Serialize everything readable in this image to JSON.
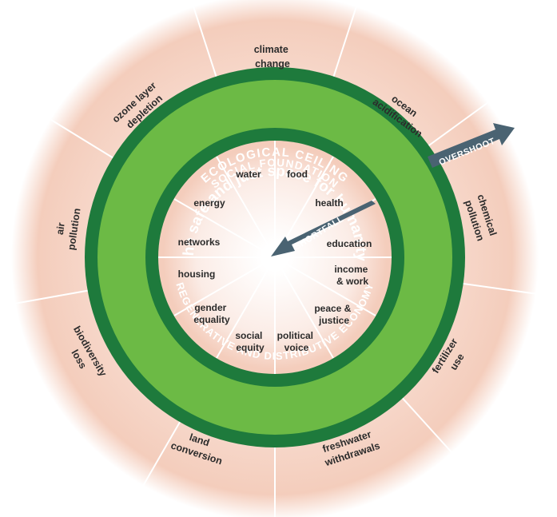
{
  "ecological_ceiling_label": "ECOLOGICAL CEILING",
  "social_foundation_label": "SOCIAL FOUNDATION",
  "safe_space_label": "the safe and just space for humanity",
  "economy_label": "REGENERATIVE AND DISTRIBUTIVE ECONOMY",
  "overshoot_label": "OVERSHOOT",
  "shortfall_label": "SHORTFALL",
  "outer": {
    "climate_change": [
      "climate",
      "change"
    ],
    "ocean_acidification": [
      "ocean",
      "acidification"
    ],
    "chemical_pollution": [
      "chemical",
      "pollution"
    ],
    "fertilizer_use": [
      "fertilizer",
      "use"
    ],
    "freshwater_withdrawals": [
      "freshwater",
      "withdrawals"
    ],
    "land_conversion": [
      "land",
      "conversion"
    ],
    "biodiversity_loss": [
      "biodiversity",
      "loss"
    ],
    "air_pollution": [
      "air",
      "pollution"
    ],
    "ozone_layer_depletion": [
      "ozone layer",
      "depletion"
    ]
  },
  "inner": {
    "water": [
      "water"
    ],
    "food": [
      "food"
    ],
    "health": [
      "health"
    ],
    "education": [
      "education"
    ],
    "income_work": [
      "income",
      "& work"
    ],
    "peace_justice": [
      "peace &",
      "justice"
    ],
    "political_voice": [
      "political",
      "voice"
    ],
    "social_equity": [
      "social",
      "equity"
    ],
    "gender_equality": [
      "gender",
      "equality"
    ],
    "housing": [
      "housing"
    ],
    "networks": [
      "networks"
    ],
    "energy": [
      "energy"
    ]
  },
  "colors": {
    "dark_green": "#1e7a3c",
    "light_green": "#6cba45",
    "overshoot_bg": "#f2c7b5",
    "arrow": "#4a6372"
  }
}
